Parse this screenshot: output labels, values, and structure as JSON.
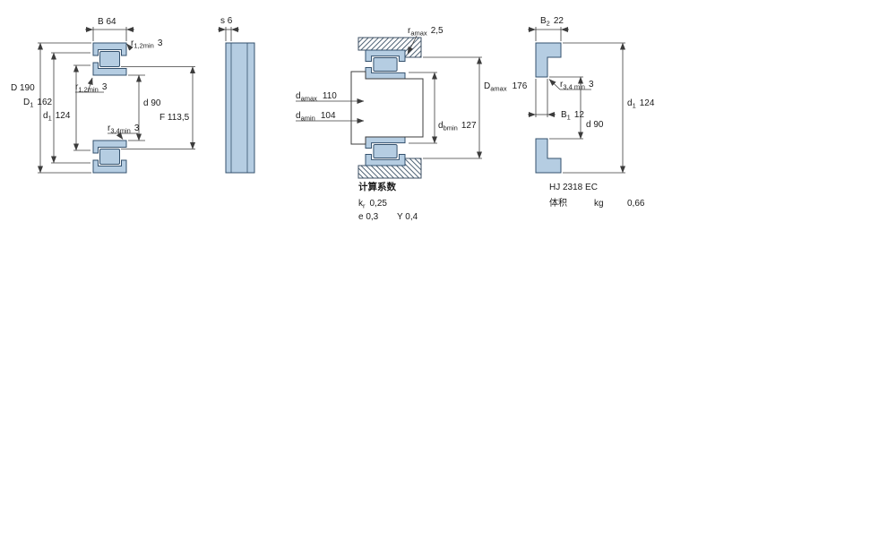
{
  "colors": {
    "bearing_fill": "#b5cde2",
    "outline": "#34516d",
    "dimension": "#3c3c3c",
    "text": "#1a1a1a"
  },
  "fig_bearing": {
    "dims": {
      "B": "B 64",
      "r12_top": {
        "base": "r",
        "sub": "1,2min",
        "val": "3"
      },
      "D": "D 190",
      "D1": {
        "base": "D",
        "sub": "1",
        "val": "162"
      },
      "d1": {
        "base": "d",
        "sub": "1",
        "val": "124"
      },
      "r12_left": {
        "base": "r",
        "sub": "1,2min",
        "val": "3"
      },
      "d": "d 90",
      "r34": {
        "base": "r",
        "sub": "3,4min",
        "val": "3"
      },
      "F": "F 113,5"
    }
  },
  "fig_side": {
    "dims": {
      "s": "s 6"
    }
  },
  "fig_mounting": {
    "dims": {
      "ra": {
        "base": "r",
        "sub": "amax",
        "val": "2,5"
      },
      "da_max": {
        "base": "d",
        "sub": "amax",
        "val": "110"
      },
      "da_min": {
        "base": "d",
        "sub": "amin",
        "val": "104"
      },
      "Da_max": {
        "base": "D",
        "sub": "amax",
        "val": "176"
      },
      "db_min": {
        "base": "d",
        "sub": "bmin",
        "val": "127"
      }
    },
    "factors": {
      "title": "计算系数",
      "kr": {
        "base": "k",
        "sub": "r",
        "val": "0,25"
      },
      "e": "e 0,3",
      "Y": "Y 0,4"
    }
  },
  "fig_hj": {
    "designation": "HJ 2318 EC",
    "dims": {
      "B2": {
        "base": "B",
        "sub": "2",
        "val": "22"
      },
      "r34": {
        "base": "r",
        "sub": "3,4 min",
        "val": "3"
      },
      "d1": {
        "base": "d",
        "sub": "1",
        "val": "124"
      },
      "B1": {
        "base": "B",
        "sub": "1",
        "val": "12"
      },
      "d": "d 90"
    },
    "mass": {
      "label": "体积",
      "unit": "kg",
      "value": "0,66"
    }
  }
}
